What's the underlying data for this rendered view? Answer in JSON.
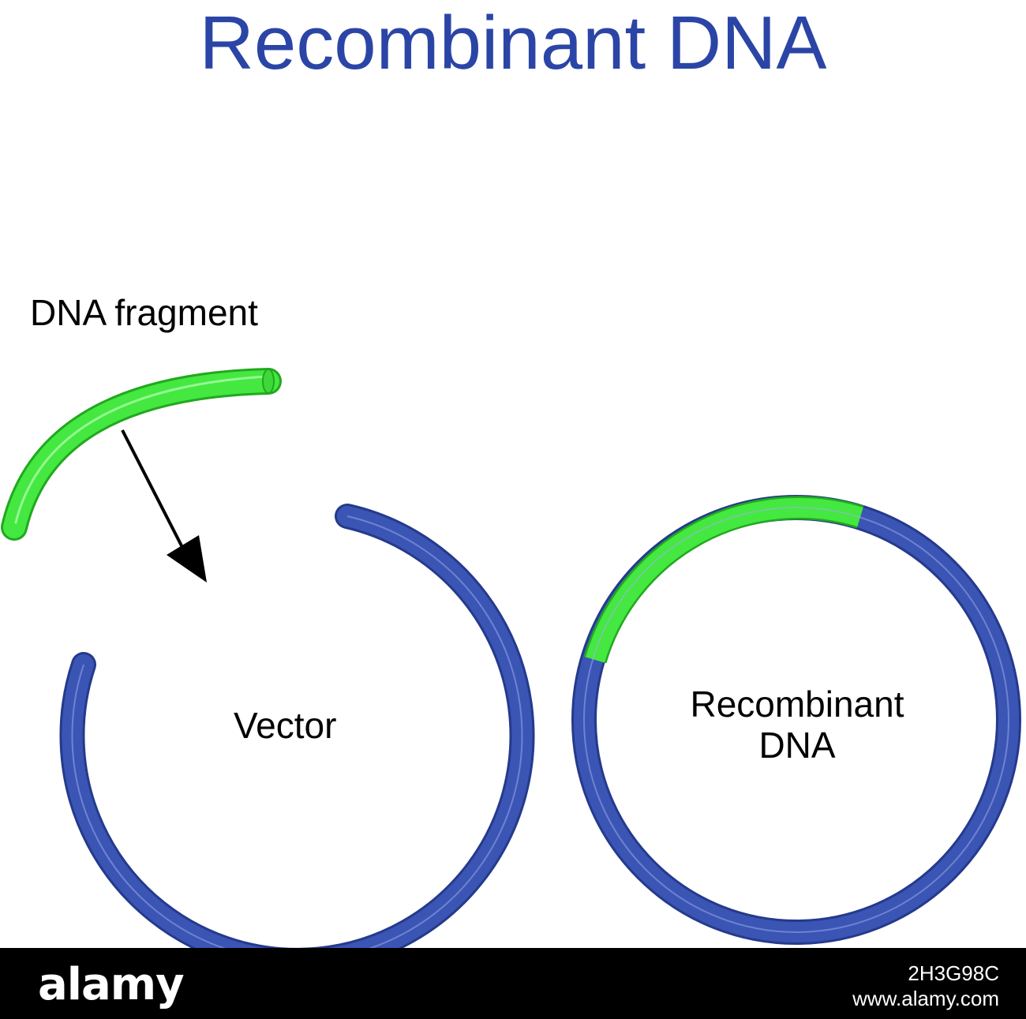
{
  "title": "Recombinant DNA",
  "labels": {
    "fragment": "DNA fragment",
    "vector": "Vector",
    "recombinant_line1": "Recombinant",
    "recombinant_line2": "DNA"
  },
  "colors": {
    "title": "#2b45a6",
    "dna_blue": "#3b55b5",
    "dna_blue_dark": "#253a8c",
    "dna_green": "#44e840",
    "dna_green_dark": "#22a81f"
  },
  "footer": {
    "logo": "alamy",
    "image_id": "2H3G98C",
    "url": "www.alamy.com"
  }
}
